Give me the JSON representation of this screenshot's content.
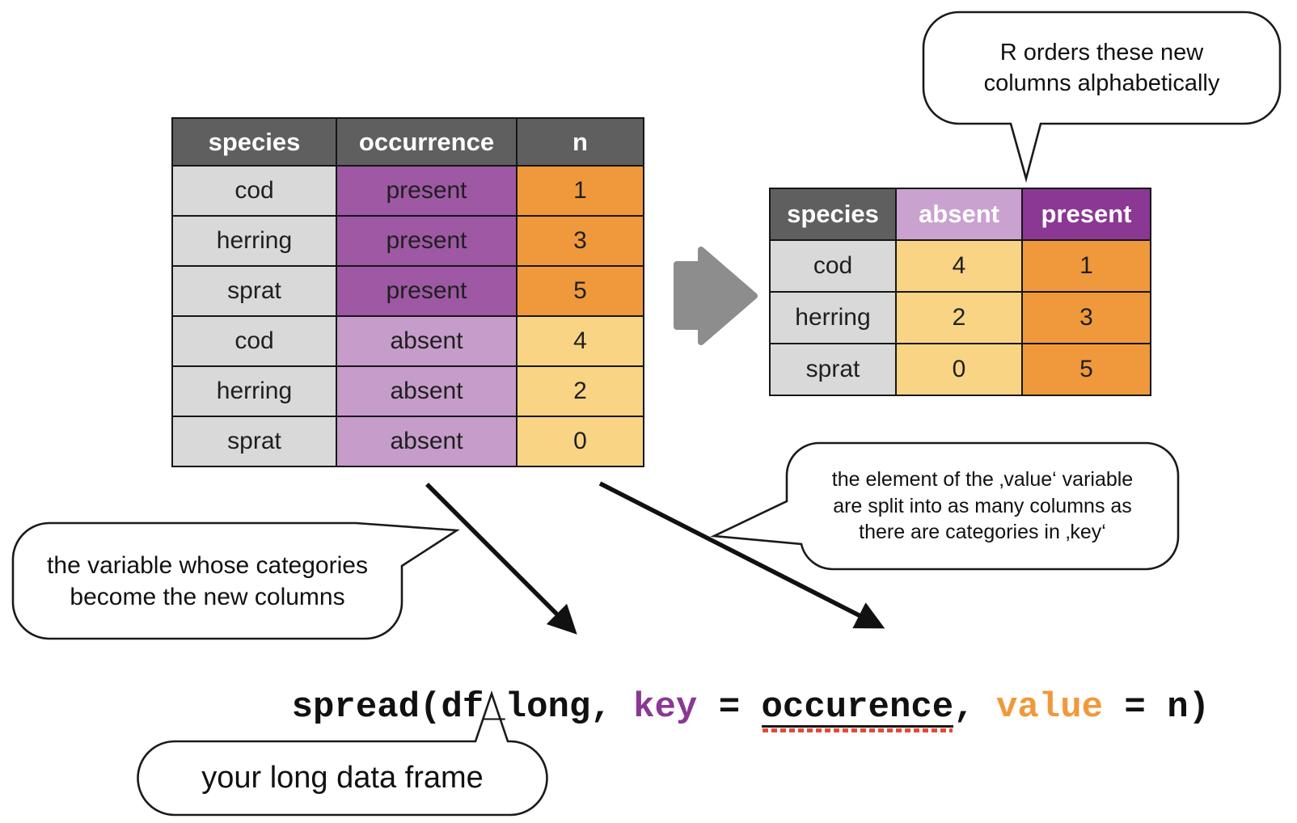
{
  "colors": {
    "header_gray": "#5f5f5f",
    "cell_gray": "#d9d9d9",
    "purple_dark_cell": "#9e58a4",
    "purple_dark_header": "#8b3794",
    "purple_light_cell": "#c59cca",
    "purple_light_header": "#c9a2cf",
    "orange_dark": "#f0993c",
    "orange_light": "#f8d484",
    "arrow_gray": "#8d8d8d",
    "code_key": "#8b3794",
    "code_value": "#f0993c",
    "squiggle_red": "#e64a33"
  },
  "long_table": {
    "headers": [
      "species",
      "occurrence",
      "n"
    ],
    "rows": [
      [
        "cod",
        "present",
        "1"
      ],
      [
        "herring",
        "present",
        "3"
      ],
      [
        "sprat",
        "present",
        "5"
      ],
      [
        "cod",
        "absent",
        "4"
      ],
      [
        "herring",
        "absent",
        "2"
      ],
      [
        "sprat",
        "absent",
        "0"
      ]
    ]
  },
  "wide_table": {
    "headers": [
      "species",
      "absent",
      "present"
    ],
    "rows": [
      [
        "cod",
        "4",
        "1"
      ],
      [
        "herring",
        "2",
        "3"
      ],
      [
        "sprat",
        "0",
        "5"
      ]
    ]
  },
  "callouts": {
    "alphabetical": [
      "R orders these new",
      "columns alphabetically"
    ],
    "split": [
      "the element of the ‚value‘ variable",
      "are split into as many columns as",
      "there are categories in ‚key‘"
    ],
    "categories": [
      "the variable whose categories",
      "become the new columns"
    ],
    "long_frame": [
      "your long data frame"
    ]
  },
  "code": {
    "prefix": "spread(df_long, ",
    "key_arg": "key",
    "eq1": " = ",
    "key_value": "occurence",
    "comma": ", ",
    "value_arg": "value",
    "eq2": " = ",
    "value_value": "n)"
  }
}
